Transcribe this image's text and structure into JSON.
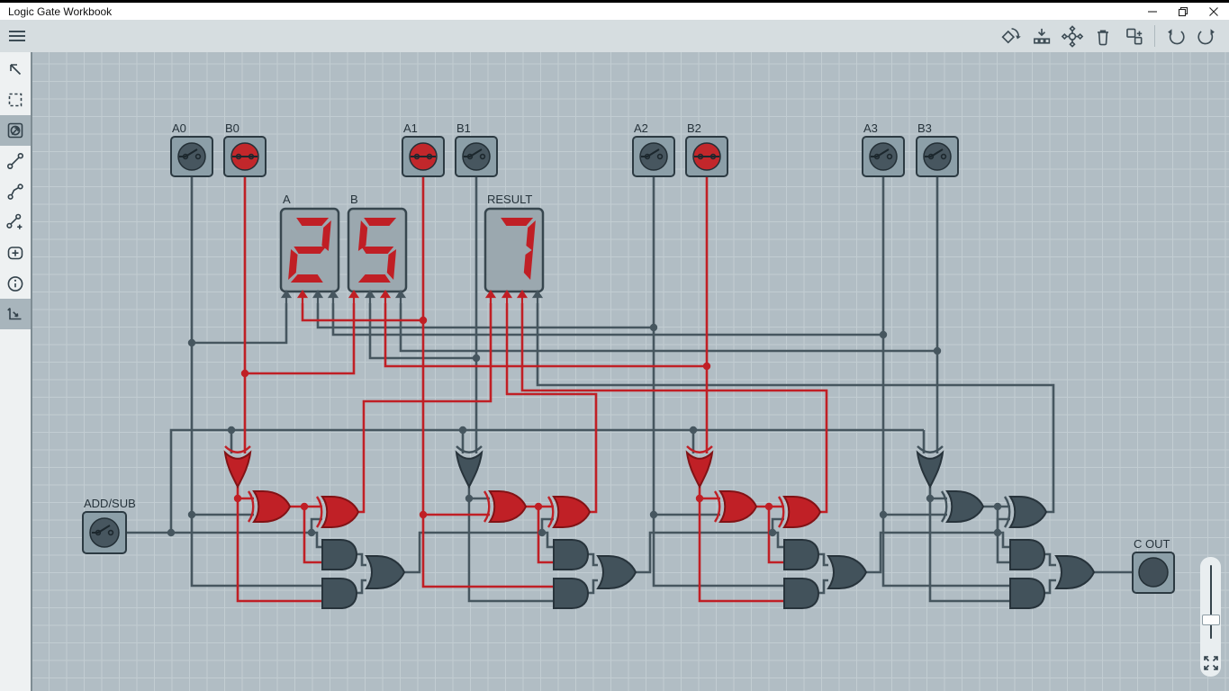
{
  "window": {
    "title": "Logic Gate Workbook",
    "controls": [
      "minimize",
      "maximize",
      "close"
    ]
  },
  "toolbar": {
    "menu_icon": "hamburger",
    "icons": [
      "rotate",
      "add-component",
      "auto-arrange",
      "delete",
      "duplicate",
      "undo",
      "redo"
    ]
  },
  "sidebar": {
    "tools": [
      "pointer",
      "box-select",
      "interact",
      "wire",
      "wire-bend",
      "wire-add",
      "add-node",
      "info",
      "measure"
    ],
    "active_tool": "interact",
    "pinned_tool": "measure"
  },
  "canvas": {
    "switches": [
      {
        "id": "A0",
        "label": "A0",
        "state": "off"
      },
      {
        "id": "B0",
        "label": "B0",
        "state": "on"
      },
      {
        "id": "A1",
        "label": "A1",
        "state": "on"
      },
      {
        "id": "B1",
        "label": "B1",
        "state": "off"
      },
      {
        "id": "A2",
        "label": "A2",
        "state": "off"
      },
      {
        "id": "B2",
        "label": "B2",
        "state": "on"
      },
      {
        "id": "A3",
        "label": "A3",
        "state": "off"
      },
      {
        "id": "B3",
        "label": "B3",
        "state": "off"
      }
    ],
    "mode_switch": {
      "label": "ADD/SUB",
      "state": "off"
    },
    "displays": [
      {
        "id": "A",
        "label": "A",
        "value": "2",
        "segments": [
          "a",
          "b",
          "g",
          "e",
          "d"
        ],
        "bits": [
          0,
          1,
          0,
          0
        ]
      },
      {
        "id": "B",
        "label": "B",
        "value": "5",
        "segments": [
          "a",
          "f",
          "g",
          "c",
          "d"
        ],
        "bits": [
          1,
          0,
          1,
          0
        ]
      },
      {
        "id": "RESULT",
        "label": "RESULT",
        "value": "7",
        "segments": [
          "a",
          "b",
          "c"
        ],
        "bits": [
          1,
          1,
          1,
          0
        ]
      }
    ],
    "output": {
      "label": "C OUT",
      "state": "off"
    },
    "gates": {
      "b1_bxor": "on",
      "b1_xor1": "on",
      "b1_xor2": "on",
      "b1_and1": "off",
      "b1_and2": "off",
      "b1_or": "off",
      "b2_bxor": "off",
      "b2_xor1": "on",
      "b2_xor2": "on",
      "b2_and1": "off",
      "b2_and2": "off",
      "b2_or": "off",
      "b3_bxor": "on",
      "b3_xor1": "on",
      "b3_xor2": "on",
      "b3_and1": "off",
      "b3_and2": "off",
      "b3_or": "off",
      "b4_bxor": "off",
      "b4_xor1": "off",
      "b4_xor2": "off",
      "b4_and1": "off",
      "b4_and2": "off",
      "b4_or": "off"
    },
    "colors": {
      "wire_low": "#46565f",
      "wire_high": "#c01f25",
      "gate_low": "#42525b",
      "gate_high": "#c02026",
      "canvas_bg": "#b1bdc4",
      "grid_line": "#c2cdd2"
    }
  },
  "zoom_panel": {
    "icons": [
      "zoom-slider",
      "fullscreen"
    ]
  }
}
